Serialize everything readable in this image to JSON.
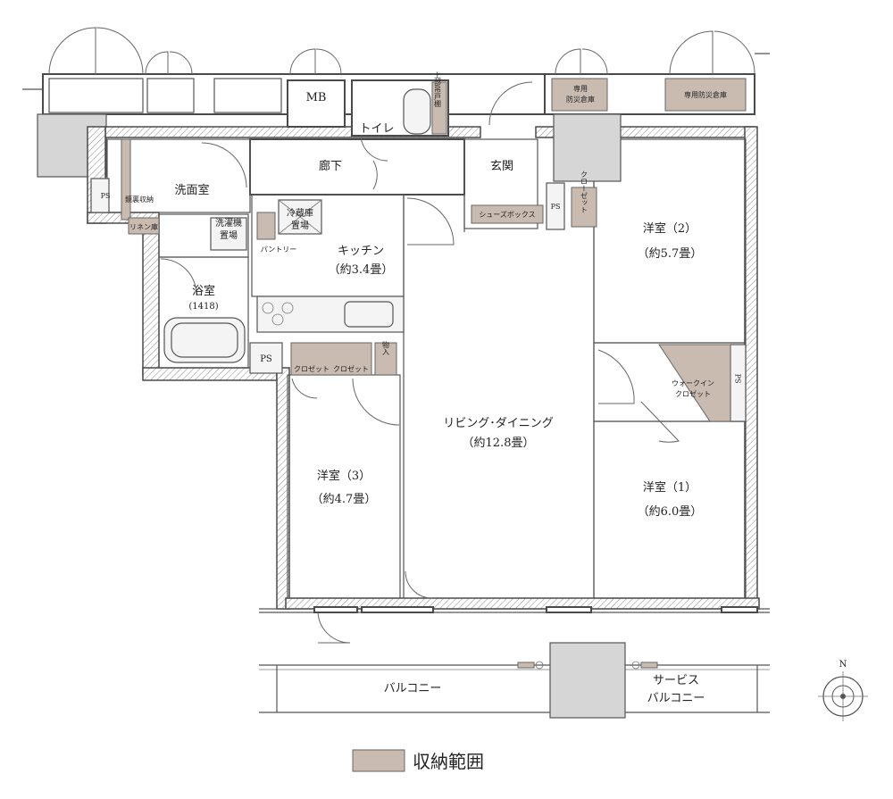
{
  "rooms": {
    "mb": "MB",
    "toilet": "トイレ",
    "upper_shelf": "上部吊戸棚",
    "corridor": "廊下",
    "entrance": "玄関",
    "washroom": "洗面室",
    "linen": "リネン庫",
    "mirror_storage": "鏡裏収納",
    "washer_line1": "洗濯機",
    "washer_line2": "置場",
    "fridge_line1": "冷蔵庫",
    "fridge_line2": "置場",
    "pantry": "パントリー",
    "kitchen": "キッチン",
    "kitchen_size": "（約3.4畳）",
    "bath": "浴室",
    "bath_size": "(1418)",
    "shoe_box": "シューズボックス",
    "closet_small": "クローゼット",
    "closet_a": "クロゼット",
    "closet_b": "クロゼット",
    "storage": "物入",
    "western2": "洋室（2）",
    "western2_size": "（約5.7畳）",
    "living": "リビング･ダイニング",
    "living_size": "（約12.8畳）",
    "western3": "洋室（3）",
    "western3_size": "（約4.7畳）",
    "western1": "洋室（1）",
    "western1_size": "（約6.0畳）",
    "walkin_line1": "ウォークイン",
    "walkin_line2": "クロゼット",
    "ps_left": "PS",
    "ps_bath": "PS",
    "ps_entrance": "PS",
    "ps_walkin": "PS",
    "disaster_small_line1": "専用",
    "disaster_small_line2": "防災倉庫",
    "disaster_large": "専用防災倉庫",
    "balcony": "バルコニー",
    "service_line1": "サービス",
    "service_line2": "バルコニー"
  },
  "compass_label": "N",
  "legend": {
    "label": "収納範囲",
    "swatch_color": "#c9bbb0"
  },
  "colors": {
    "storage": "#c9bbb0",
    "wall": "#4a4a4a",
    "shaft": "#d6d6d6"
  }
}
